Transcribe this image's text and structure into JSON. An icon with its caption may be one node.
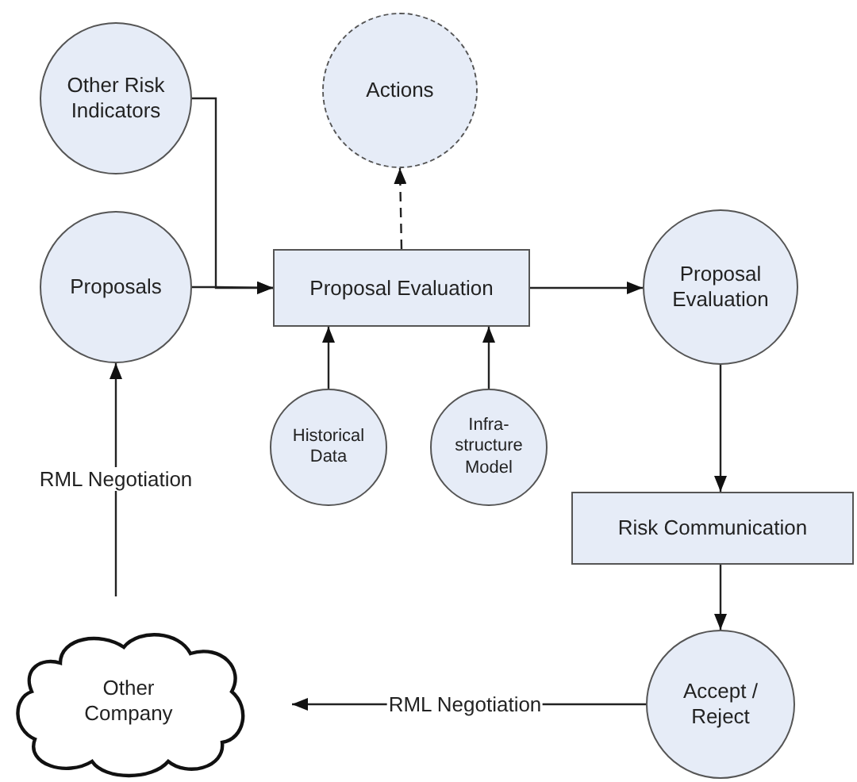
{
  "diagram": {
    "nodes": [
      {
        "text": [
          "Other Risk Indicators"
        ]
      },
      {
        "text": [
          "Actions"
        ]
      },
      {
        "text": [
          "Proposals"
        ]
      },
      {
        "text": [
          "Proposal Evaluation"
        ]
      },
      {
        "text": [
          "Proposal Evaluation"
        ]
      },
      {
        "text": [
          "Historical Data"
        ]
      },
      {
        "text": [
          "Infra- structure Model"
        ]
      },
      {
        "text": [
          "Risk Communication"
        ]
      },
      {
        "text": [
          "Other Company"
        ]
      },
      {
        "text": [
          "Accept / Reject"
        ]
      }
    ],
    "edges": [
      {
        "from": 0,
        "to": 3,
        "arrow": "to"
      },
      {
        "from": 2,
        "to": 3,
        "arrow": "to"
      },
      {
        "from": 3,
        "to": 1,
        "arrow": "to",
        "style": "dashed"
      },
      {
        "from": 5,
        "to": 3,
        "arrow": "to"
      },
      {
        "from": 6,
        "to": 3,
        "arrow": "to"
      },
      {
        "from": 3,
        "to": 4,
        "arrow": "to"
      },
      {
        "from": 4,
        "to": 7,
        "arrow": "to"
      },
      {
        "from": 7,
        "to": 9,
        "arrow": "to"
      },
      {
        "from": 9,
        "to": 8,
        "arrow": "to",
        "label": "RML Negotiation"
      },
      {
        "from": 8,
        "to": 2,
        "arrow": "to",
        "label": "RML Negotiation"
      }
    ]
  }
}
